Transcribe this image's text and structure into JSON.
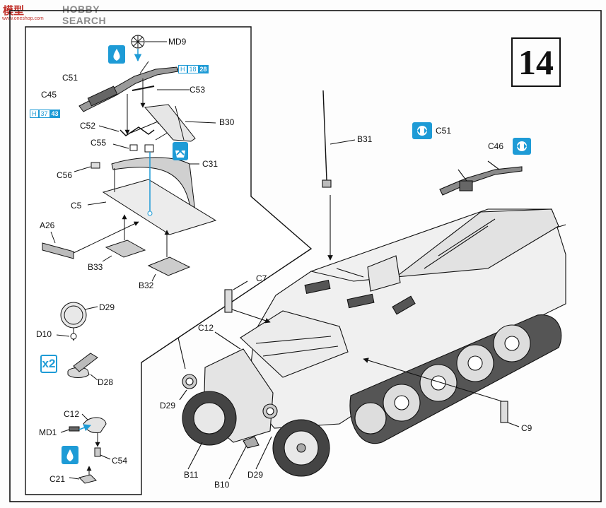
{
  "watermark": {
    "cn": "模型",
    "en": "HOBBY SEARCH",
    "url": "www.oneshop.com"
  },
  "step_number": "14",
  "callout": {
    "multiplier": "x2"
  },
  "badges": {
    "h18": {
      "h": "H",
      "a": "18",
      "b": "28"
    },
    "h37": {
      "h": "H",
      "a": "37",
      "b": "43"
    }
  },
  "labels": {
    "md9": "MD9",
    "c51_inset": "C51",
    "c53": "C53",
    "c45": "C45",
    "c52": "C52",
    "b30": "B30",
    "c55": "C55",
    "c31": "C31",
    "c56": "C56",
    "c5": "C5",
    "a26": "A26",
    "b33": "B33",
    "b32": "B32",
    "d29_inset": "D29",
    "d10": "D10",
    "d28": "D28",
    "c12_inset": "C12",
    "md1": "MD1",
    "c54": "C54",
    "c21": "C21",
    "b31": "B31",
    "c51_main": "C51",
    "c46": "C46",
    "c7": "C7",
    "c12_main": "C12",
    "d29_left": "D29",
    "c9": "C9",
    "b11": "B11",
    "b10": "B10",
    "d29_bottom": "D29"
  },
  "colors": {
    "accent": "#1e9bd6",
    "line": "#111111",
    "panel": "#f0f0f0"
  }
}
